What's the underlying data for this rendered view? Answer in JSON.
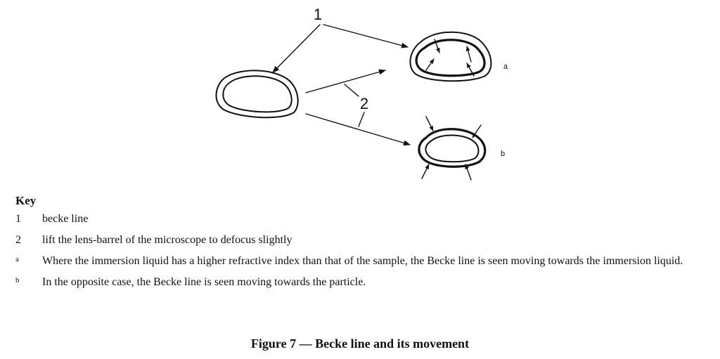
{
  "figure": {
    "label_1": "1",
    "label_2": "2",
    "label_a": "a",
    "label_b": "b"
  },
  "key": {
    "title": "Key",
    "items": [
      {
        "mark": "1",
        "text": "becke line"
      },
      {
        "mark": "2",
        "text": "lift the lens-barrel of the microscope to defocus slightly"
      },
      {
        "mark": "a",
        "text": "Where the immersion liquid has a higher refractive index than that of the sample, the Becke line is seen moving towards the immersion liquid."
      },
      {
        "mark": "b",
        "text": "In the opposite case, the Becke line is seen moving towards the particle."
      }
    ]
  },
  "caption": "Figure 7 — Becke line and its movement"
}
